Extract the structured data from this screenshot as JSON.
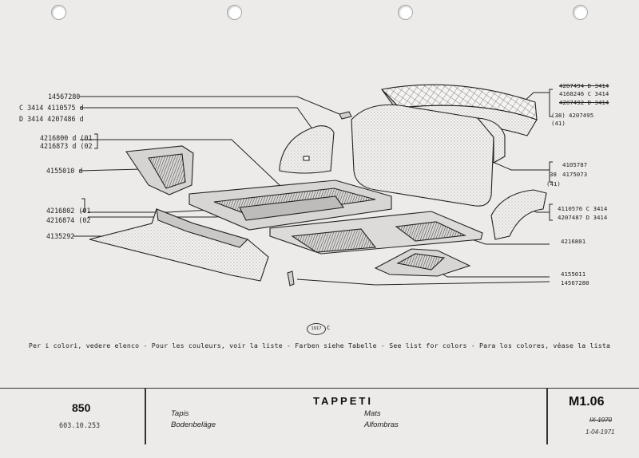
{
  "labels_left": {
    "l1": "14567280",
    "l2": "C 3414  4110575 d",
    "l3": "D 3414  4207486 d",
    "l4": "4216800 d (01",
    "l5": "4216873 d (02",
    "l6": "4155010 d",
    "l7": "4216802 (01",
    "l8": "4216874 (02",
    "l9": "4135292"
  },
  "labels_right": {
    "r1": "4207494 D 3414",
    "r2": "4168246 C 3414",
    "r3": "4207492 D 3414",
    "r4": "4207495",
    "r4_prefix": "(38)",
    "r4_suffix": "(41)",
    "r5": "4105787",
    "r6": "4175073",
    "r6_prefix": "38",
    "r6_suffix": "(41)",
    "r7": "4110576 C 3414",
    "r8": "4207487 D 3414",
    "r9": "4216801",
    "r10": "4155011",
    "r11": "14567280"
  },
  "stamp": {
    "text": "1917",
    "suffix": "C"
  },
  "color_note": "Per i colori, vedere elenco  -  Pour les couleurs, voir la liste  -  Farben siehe Tabelle  -  See list for colors  -  Para los colores, véase la lista",
  "title_block": {
    "model": "850",
    "model_code": "603.10.253",
    "title": "TAPPETI",
    "fr": "Tapis",
    "de": "Bodenbeläge",
    "en": "Mats",
    "es": "Alfombras",
    "sheet_code": "M1.06",
    "date_old": "IX-1970",
    "date_new": "1-04-1971"
  },
  "colors": {
    "paper": "#ecebe9",
    "ink": "#222222",
    "margin": "#9a9a9a"
  }
}
